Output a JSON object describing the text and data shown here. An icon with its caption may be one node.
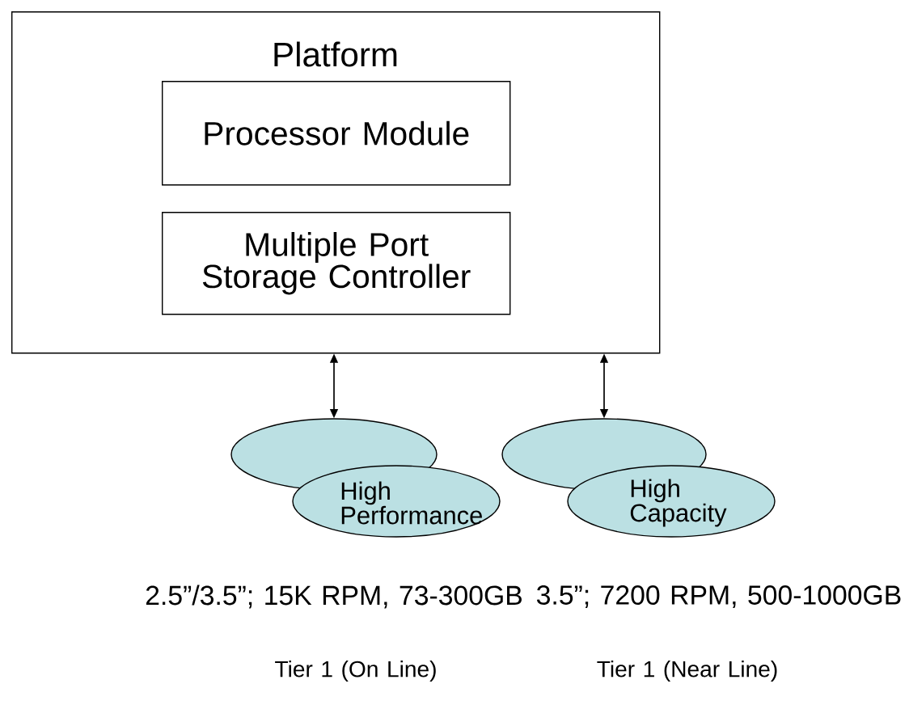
{
  "diagram": {
    "nodes": [
      {
        "text": [
          "Platform"
        ]
      },
      {
        "text": [
          "Processor Module"
        ],
        "in": 0
      },
      {
        "text": [
          "Multiple Port Storage Controller"
        ],
        "in": 0
      },
      {
        "text": [],
        "shape": "ellipse"
      },
      {
        "text": [
          "High Performance"
        ]
      },
      {
        "text": [],
        "shape": "ellipse"
      },
      {
        "text": [
          "High Capacity"
        ]
      }
    ],
    "edges": [
      {
        "from": 0,
        "to": 3,
        "arrow": "both"
      },
      {
        "from": 0,
        "to": 5,
        "arrow": "both"
      }
    ],
    "labels": [
      "2.5”/3.5”; 15K RPM, 73-300GB",
      "3.5”; 7200 RPM, 500-1000GB",
      "Tier 1 (On Line)",
      "Tier 1 (Near Line)"
    ]
  }
}
